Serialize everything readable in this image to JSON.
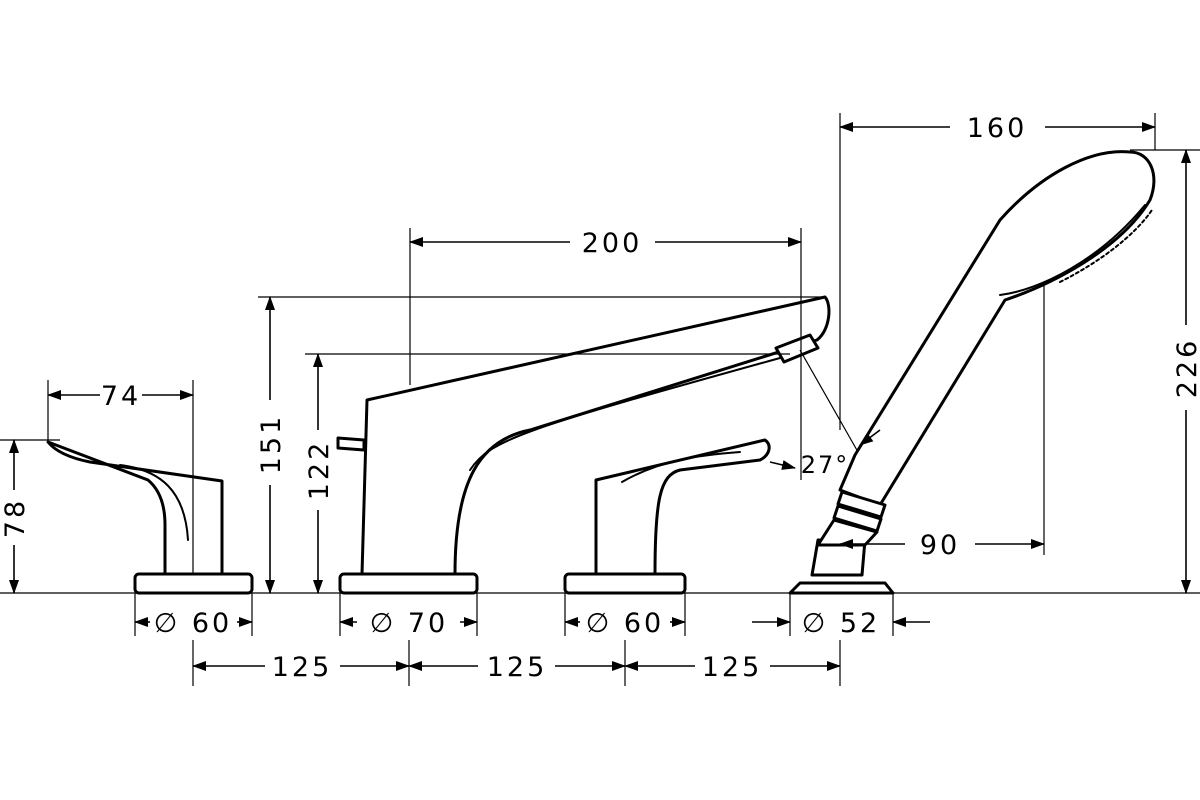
{
  "dimensions": {
    "lever_width": "74",
    "lever_height": "78",
    "spout_height_top": "151",
    "spout_height_outlet": "122",
    "spout_reach": "200",
    "handshower_length": "160",
    "handshower_height": "226",
    "handshower_offset": "90",
    "spout_angle": "27°",
    "left_base_diameter": "∅ 60",
    "spout_base_diameter": "∅ 70",
    "right_base_diameter": "∅ 60",
    "handshower_base_diameter": "∅ 52",
    "spacing_1": "125",
    "spacing_2": "125",
    "spacing_3": "125"
  },
  "colors": {
    "line": "#000000",
    "background": "#ffffff"
  }
}
